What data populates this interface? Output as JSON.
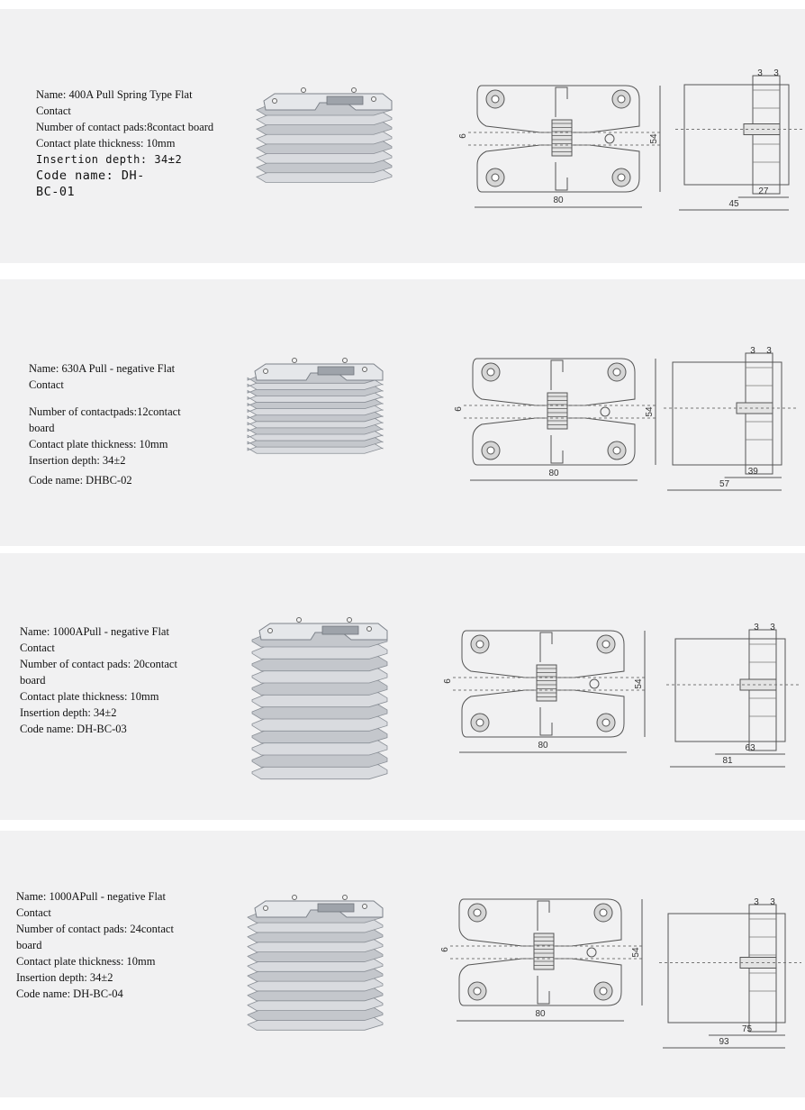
{
  "products": [
    {
      "name": "Name: 400A Pull Spring Type Flat Contact",
      "pads": "Number of contact pads:8contact board",
      "thickness": "Contact plate thickness: 10mm",
      "depth": "Insertion depth: 34±2",
      "code": "Code name: DH-BC-01",
      "dims": {
        "width": "80",
        "height": "54",
        "gap": "6",
        "t1": "3",
        "t2": "3",
        "inner": "27",
        "outer": "45"
      },
      "plates": 8
    },
    {
      "name": "Name: 630A Pull - negative Flat Contact",
      "pads": "Number of contactpads:12contact board",
      "thickness": "Contact plate thickness: 10mm",
      "depth": "Insertion depth: 34±2",
      "code": "Code name: DHBC-02",
      "dims": {
        "width": "80",
        "height": "54",
        "gap": "6",
        "t1": "3",
        "t2": "3",
        "inner": "39",
        "outer": "57"
      },
      "plates": 12
    },
    {
      "name": "Name: 1000APull - negative Flat Contact",
      "pads": "Number of contact pads: 20contact board",
      "thickness": "Contact plate thickness: 10mm",
      "depth": "Insertion depth: 34±2",
      "code": "Code name: DH-BC-03",
      "dims": {
        "width": "80",
        "height": "54",
        "gap": "6",
        "t1": "3",
        "t2": "3",
        "inner": "63",
        "outer": "81"
      },
      "plates": 20
    },
    {
      "name": "Name: 1000APull - negative Flat Contact",
      "pads": "Number of contact pads: 24contact board",
      "thickness": "Contact plate thickness: 10mm",
      "depth": "Insertion depth: 34±2",
      "code": "Code name: DH-BC-04",
      "dims": {
        "width": "80",
        "height": "54",
        "gap": "6",
        "t1": "3",
        "t2": "3",
        "inner": "75",
        "outer": "93"
      },
      "plates": 24
    }
  ]
}
